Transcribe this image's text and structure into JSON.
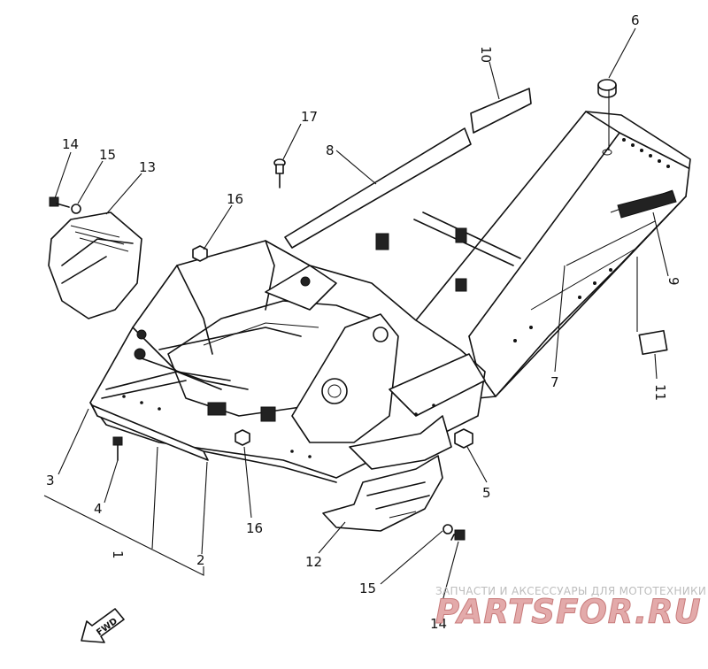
{
  "callouts": {
    "c1": "1",
    "c2": "2",
    "c3": "3",
    "c4": "4",
    "c5": "5",
    "c6": "6",
    "c7": "7",
    "c8": "8",
    "c9": "9",
    "c10": "10",
    "c11": "11",
    "c12": "12",
    "c13": "13",
    "c14a": "14",
    "c14b": "14",
    "c15a": "15",
    "c15b": "15",
    "c16a": "16",
    "c16b": "16",
    "c17": "17"
  },
  "fwd_label": "FWD",
  "watermark": {
    "tagline": "ЗАПЧАСТИ И АКСЕССУАРЫ ДЛЯ МОТОТЕХНИКИ",
    "brand": "PARTSFOR.RU"
  },
  "colors": {
    "line": "#111111",
    "watermark": "#e3aaaa"
  }
}
